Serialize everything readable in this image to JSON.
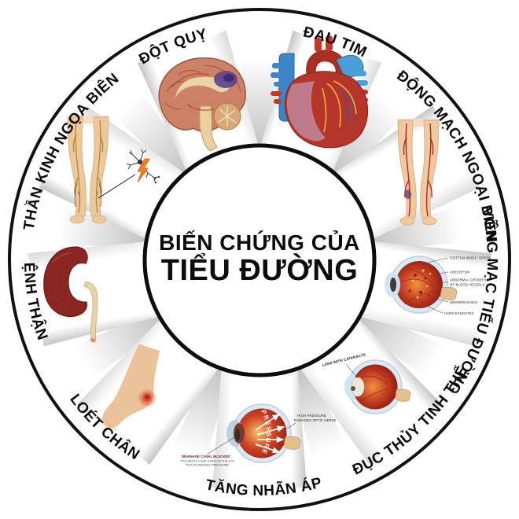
{
  "title": {
    "line1": "BIẾN CHỨNG CỦA",
    "line2": "TIỂU ĐƯỜNG"
  },
  "segments": [
    {
      "label": "ĐAU TIM",
      "organ": "heart"
    },
    {
      "label": "ĐỘNG MẠCH NGOẠI BIÊN",
      "organ": "legs-arteries"
    },
    {
      "label": "VÕNG MẠC TIỂU ĐƯỜNG",
      "organ": "retinopathy-eye"
    },
    {
      "label": "ĐỤC THỦY TINH THỂ",
      "organ": "cataract-eye"
    },
    {
      "label": "TĂNG NHÃN ÁP",
      "organ": "glaucoma-eye"
    },
    {
      "label": "LOÉT CHÂN",
      "organ": "foot-ulcer"
    },
    {
      "label": "BỆNH THẬN",
      "organ": "kidney"
    },
    {
      "label": "THẦN KINH NGỌA BIÊN",
      "organ": "nerve-legs"
    },
    {
      "label": "ĐỘT QUỴ",
      "organ": "brain"
    }
  ],
  "retinopathy_labels": {
    "cotton_wool": "\"COTTON WOOL\" SPOTS",
    "aneurysm": "ANEURYSM",
    "abnormal_growth_1": "ABNORMAL GROWTH",
    "abnormal_growth_2": "OF BLOOD VESSELS",
    "hemorrhages": "HEMORRHAGES",
    "hard_exudates": "HARD EXUDATES"
  },
  "cataract_labels": {
    "lens": "LENS WITH CATARACTS"
  },
  "glaucoma_labels": {
    "pressure": "PRESSURE",
    "high_pressure_1": "HIGH PRESSURE",
    "high_pressure_2": "DAMAGES  OPTIC NERVE",
    "drainage_1": "DRAINAGE CANAL BLOCKED",
    "drainage_2": "TOO MUCH FLUID STAYS IN THE EYE",
    "drainage_3": "THIS INCREASED PRESSURE"
  },
  "colors": {
    "ring": "#111111",
    "label_text": "#000000",
    "strip_edge": "#c2c2c2",
    "eye_red": "#c23b22",
    "heart_red": "#b5352a",
    "vessel_blue": "#3d85c8",
    "skin": "#eec9a2",
    "kidney_red": "#8c2622",
    "lightning_orange": "#f08020"
  }
}
